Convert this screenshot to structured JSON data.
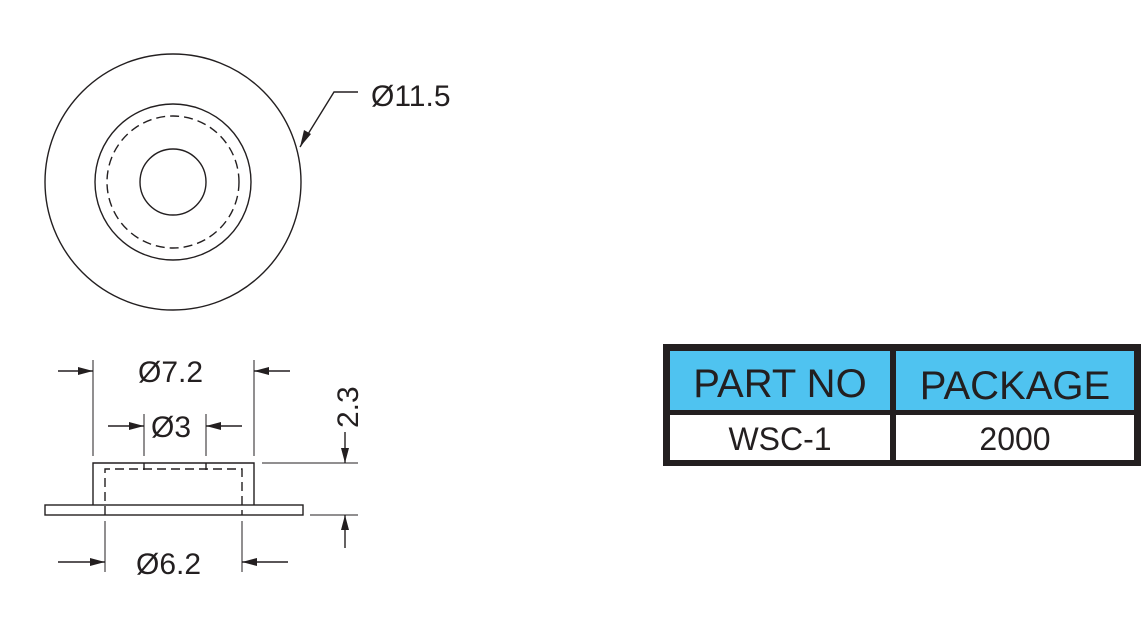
{
  "dimensions": {
    "outer_diameter": "Ø11.5",
    "top_diameter": "Ø7.2",
    "hole_diameter": "Ø3",
    "height": "2.3",
    "bottom_diameter": "Ø6.2"
  },
  "table": {
    "headers": [
      "PART NO",
      "PACKAGE"
    ],
    "row": [
      "WSC-1",
      "2000"
    ]
  },
  "colors": {
    "line": "#231f20",
    "header_fill": "#4fc3f0",
    "table_border": "#231f20"
  }
}
